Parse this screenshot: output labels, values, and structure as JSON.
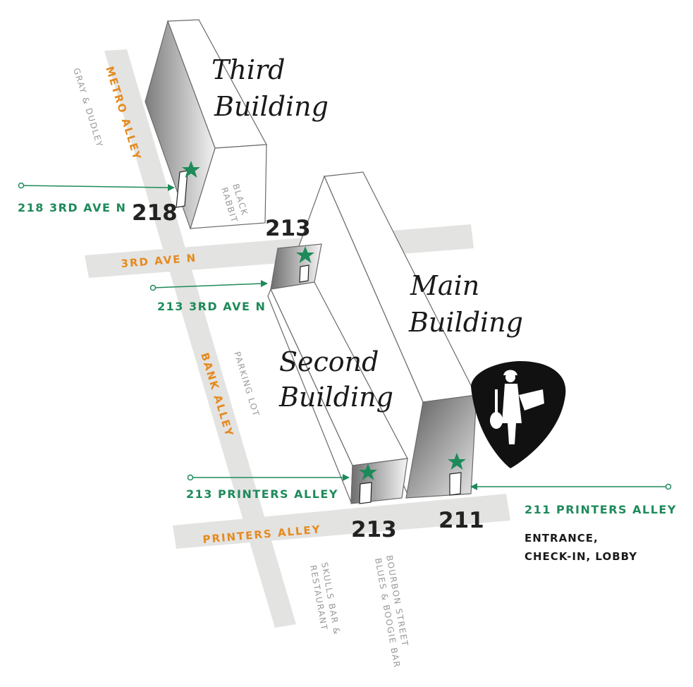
{
  "streets": {
    "metro_alley": "METRO ALLEY",
    "third_ave": "3RD AVE N",
    "bank_alley": "BANK ALLEY",
    "printers_alley": "PRINTERS ALLEY"
  },
  "places": {
    "gray_dudley": "GRAY & DUDLEY",
    "black_rabbit_1": "BLACK",
    "black_rabbit_2": "RABBIT",
    "parking_lot": "PARKING LOT",
    "skulls_1": "SKULLS BAR &",
    "skulls_2": "RESTAURANT",
    "bourbon_1": "BOURBON STREET",
    "bourbon_2": "BLUES & BOOGIE BAR"
  },
  "buildings": {
    "third": {
      "line1": "Third",
      "line2": "Building"
    },
    "main": {
      "line1": "Main",
      "line2": "Building"
    },
    "second": {
      "line1": "Second",
      "line2": "Building"
    }
  },
  "numbers": {
    "n218": "218",
    "n213_top": "213",
    "n213_bottom": "213",
    "n211": "211"
  },
  "addresses": {
    "a218": "218 3RD AVE N",
    "a213_3rd": "213 3RD AVE N",
    "a213_printers": "213 PRINTERS ALLEY",
    "a211_printers": "211 PRINTERS ALLEY"
  },
  "entrance_info": {
    "line1": "ENTRANCE,",
    "line2": "CHECK-IN, LOBBY"
  },
  "colors": {
    "accent_green": "#1e8a5a",
    "street_orange": "#e58a1f",
    "street_fill": "#e3e3e1"
  },
  "icons": [
    "star-icon",
    "guitar-pick-logo"
  ]
}
